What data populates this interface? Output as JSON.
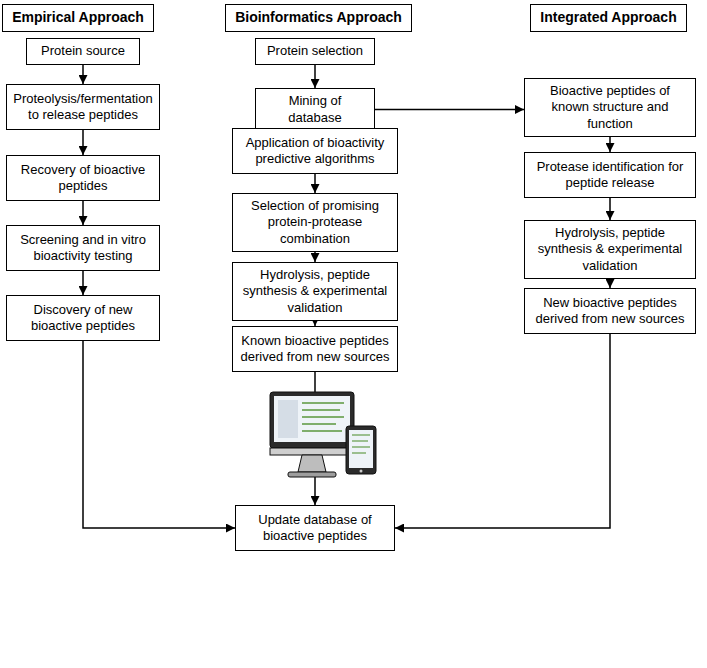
{
  "diagram": {
    "nodes": [
      {
        "text": [
          "Empirical Approach"
        ]
      },
      {
        "text": [
          "Bioinformatics Approach"
        ]
      },
      {
        "text": [
          "Integrated Approach"
        ]
      },
      {
        "text": [
          "Protein source"
        ]
      },
      {
        "text": [
          "Proteolysis/fermentation to release peptides"
        ]
      },
      {
        "text": [
          "Recovery of bioactive peptides"
        ]
      },
      {
        "text": [
          "Screening and in vitro bioactivity testing"
        ]
      },
      {
        "text": [
          "Discovery of new bioactive peptides"
        ]
      },
      {
        "text": [
          "Protein selection"
        ]
      },
      {
        "text": [
          "Mining of database"
        ]
      },
      {
        "text": [
          "Application of bioactivity predictive algorithms"
        ]
      },
      {
        "text": [
          "Selection of promising protein-protease combination"
        ]
      },
      {
        "text": [
          "Hydrolysis, peptide synthesis & experimental validation"
        ]
      },
      {
        "text": [
          "Known bioactive peptides derived from new sources"
        ]
      },
      {
        "text": [
          "Bioactive peptides of known structure and function"
        ]
      },
      {
        "text": [
          "Protease identification for peptide release"
        ]
      },
      {
        "text": [
          "Hydrolysis, peptide synthesis & experimental validation"
        ]
      },
      {
        "text": [
          "New bioactive peptides derived from new sources"
        ]
      },
      {
        "text": [
          "Update database of bioactive peptides"
        ]
      }
    ],
    "edges": [
      {
        "from": 3,
        "to": 4,
        "arrow": "to"
      },
      {
        "from": 4,
        "to": 5,
        "arrow": "to"
      },
      {
        "from": 5,
        "to": 6,
        "arrow": "to"
      },
      {
        "from": 6,
        "to": 7,
        "arrow": "to"
      },
      {
        "from": 7,
        "to": 18,
        "arrow": "to"
      },
      {
        "from": 8,
        "to": 9,
        "arrow": "to"
      },
      {
        "from": 9,
        "to": 10,
        "arrow": "to"
      },
      {
        "from": 10,
        "to": 11,
        "arrow": "to"
      },
      {
        "from": 11,
        "to": 12,
        "arrow": "to"
      },
      {
        "from": 12,
        "to": 13,
        "arrow": "to"
      },
      {
        "from": 13,
        "to": 18,
        "arrow": "to"
      },
      {
        "from": 9,
        "to": 14,
        "arrow": "to"
      },
      {
        "from": 14,
        "to": 15,
        "arrow": "to"
      },
      {
        "from": 15,
        "to": 16,
        "arrow": "to"
      },
      {
        "from": 16,
        "to": 17,
        "arrow": "to"
      },
      {
        "from": 17,
        "to": 18,
        "arrow": "to"
      }
    ]
  }
}
